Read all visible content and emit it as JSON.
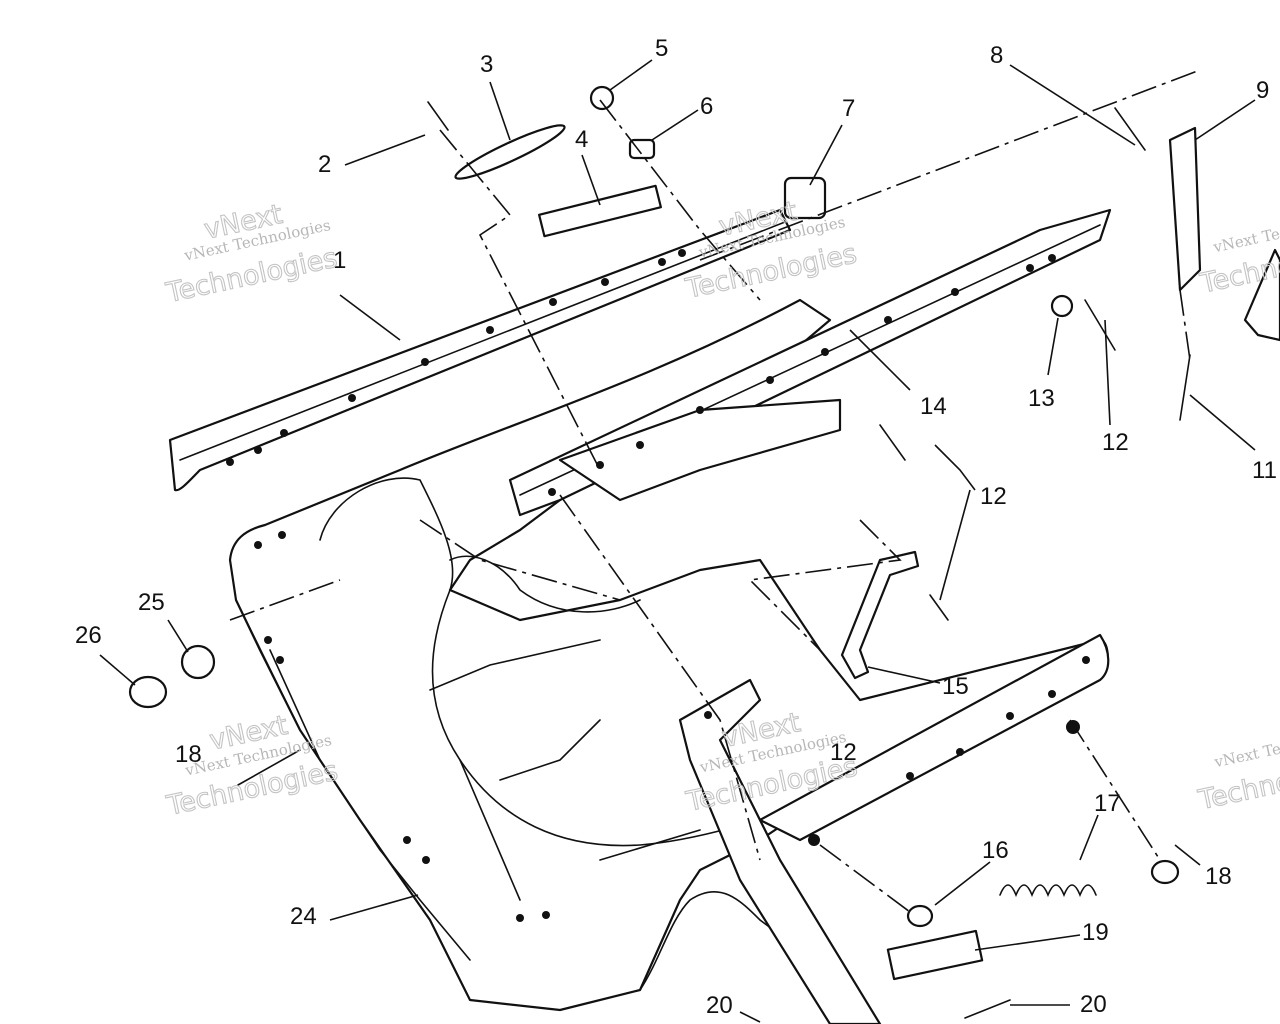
{
  "callouts": [
    "1",
    "2",
    "3",
    "4",
    "5",
    "6",
    "7",
    "8",
    "9",
    "11",
    "12",
    "12",
    "12",
    "12",
    "13",
    "14",
    "15",
    "16",
    "17",
    "18",
    "18",
    "18",
    "19",
    "20",
    "20",
    "24",
    "25",
    "26"
  ],
  "watermark": {
    "line1": "vNext Technologies",
    "word_a": "vNext",
    "word_b": "Technologies"
  },
  "colors": {
    "line": "#111111",
    "background": "#ffffff",
    "watermark": "#c4c4c4"
  }
}
